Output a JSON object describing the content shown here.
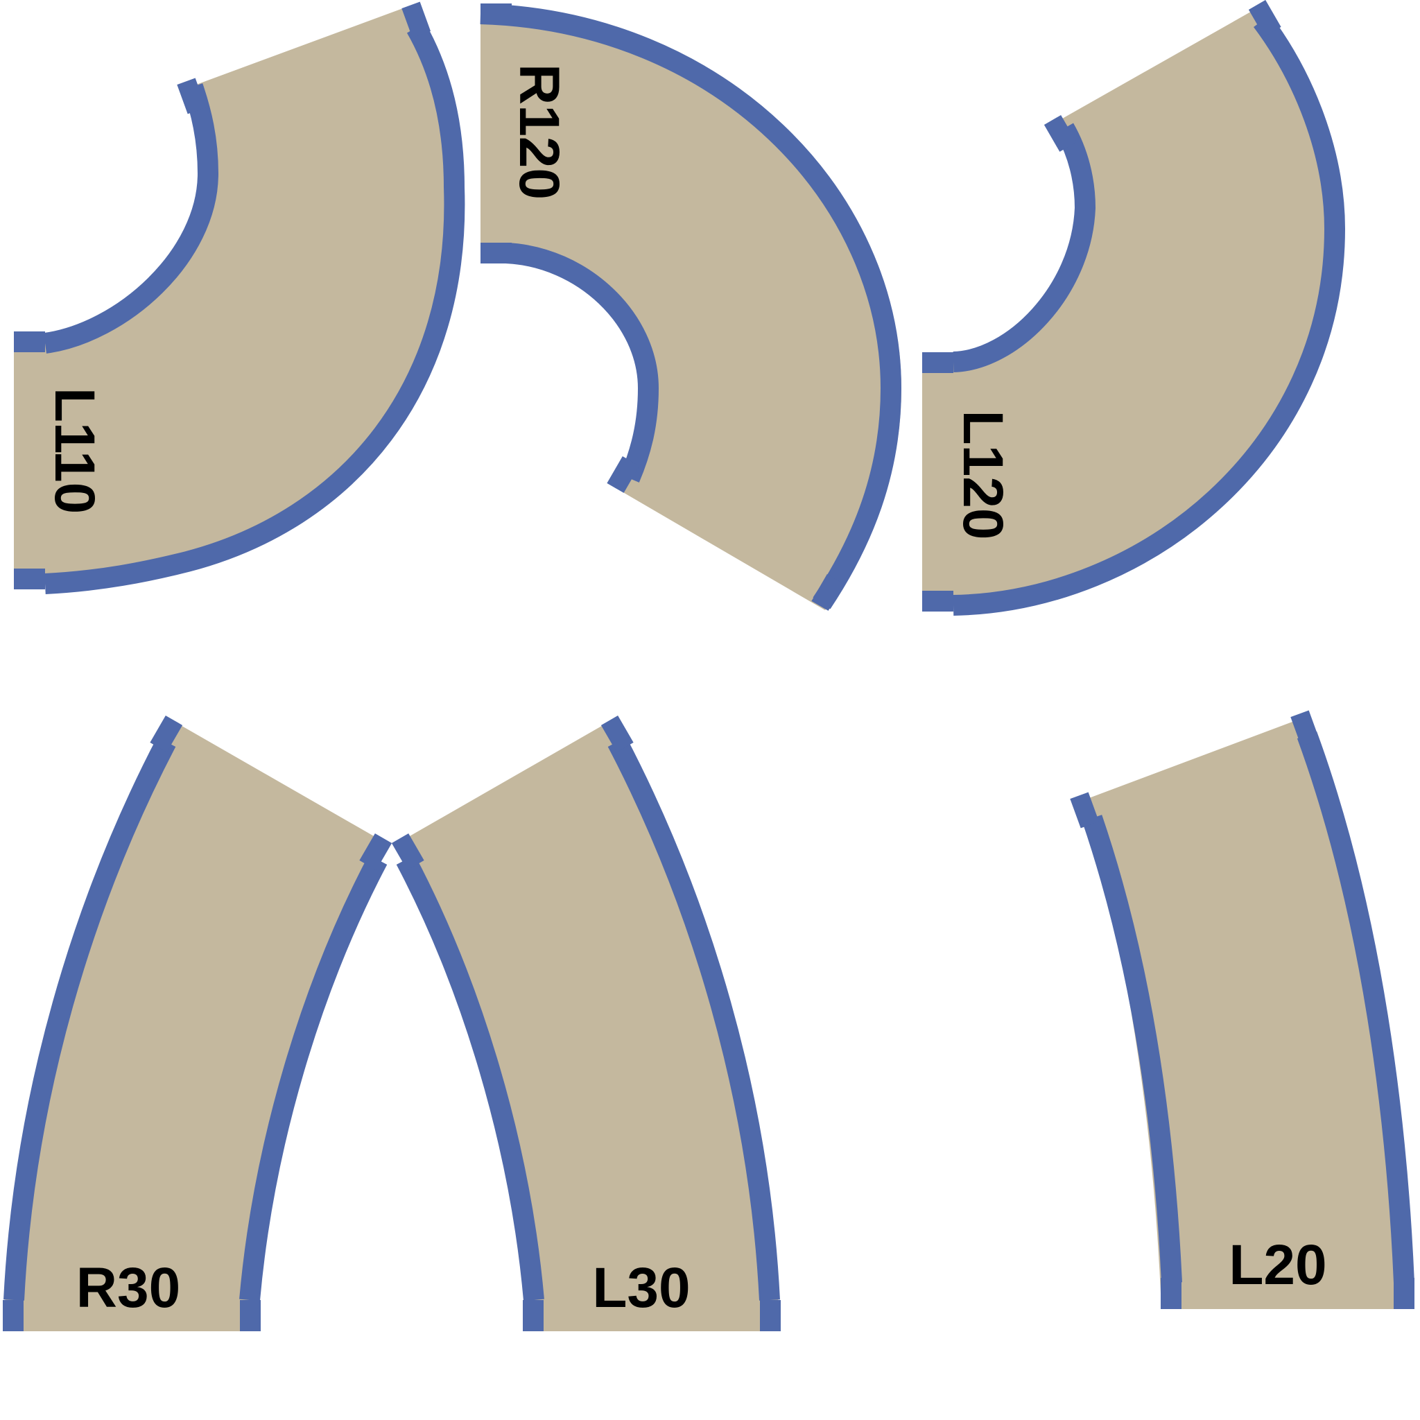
{
  "colors": {
    "road_fill": "#c4b89e",
    "edge": "#4f69aa",
    "label": "#000000",
    "background": "#ffffff"
  },
  "pieces": [
    {
      "id": "L110",
      "label": "L110",
      "direction": "left",
      "angle_deg": 110
    },
    {
      "id": "R120",
      "label": "R120",
      "direction": "right",
      "angle_deg": 120
    },
    {
      "id": "L120",
      "label": "L120",
      "direction": "left",
      "angle_deg": 120
    },
    {
      "id": "R30",
      "label": "R30",
      "direction": "right",
      "angle_deg": 30
    },
    {
      "id": "L30",
      "label": "L30",
      "direction": "left",
      "angle_deg": 30
    },
    {
      "id": "L20",
      "label": "L20",
      "direction": "left",
      "angle_deg": 20
    }
  ]
}
